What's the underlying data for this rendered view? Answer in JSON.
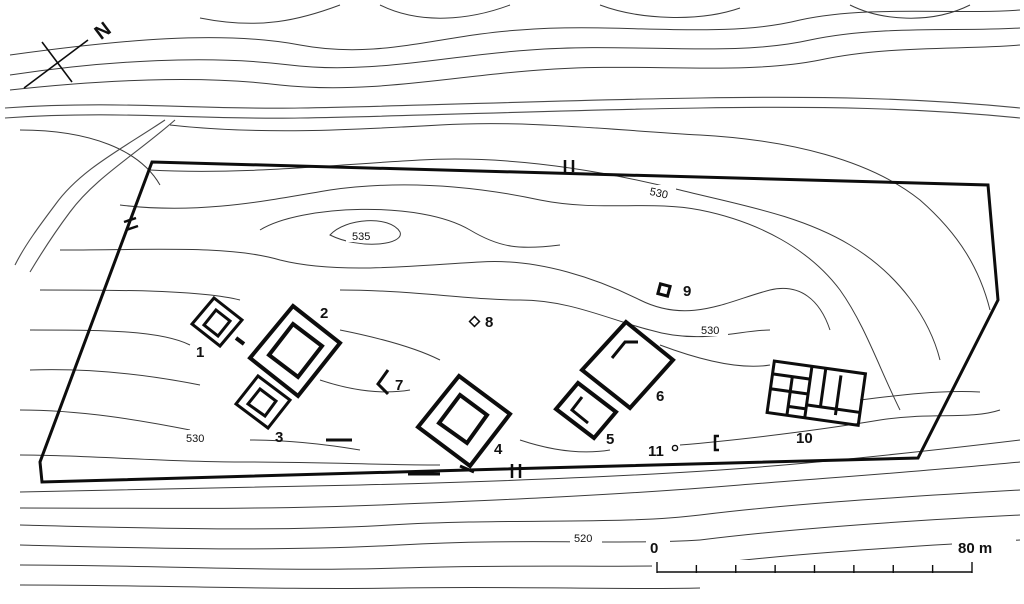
{
  "north_arrow": {
    "label": "N"
  },
  "structures": [
    {
      "id": "structure-1",
      "label": "1"
    },
    {
      "id": "structure-2",
      "label": "2"
    },
    {
      "id": "structure-3",
      "label": "3"
    },
    {
      "id": "structure-4",
      "label": "4"
    },
    {
      "id": "structure-5",
      "label": "5"
    },
    {
      "id": "structure-6",
      "label": "6"
    },
    {
      "id": "structure-7",
      "label": "7"
    },
    {
      "id": "structure-8",
      "label": "8"
    },
    {
      "id": "structure-9",
      "label": "9"
    },
    {
      "id": "structure-10",
      "label": "10"
    },
    {
      "id": "structure-11",
      "label": "11"
    }
  ],
  "contour_labels": {
    "c535": "535",
    "c530_north": "530",
    "c530_east": "530",
    "c530_west": "530",
    "c520": "520"
  },
  "scale_bar": {
    "start_label": "0",
    "end_label": "80 m"
  },
  "colors": {
    "ink": "#0d0d0d",
    "contour": "#3a3a3a",
    "paper": "#ffffff"
  }
}
